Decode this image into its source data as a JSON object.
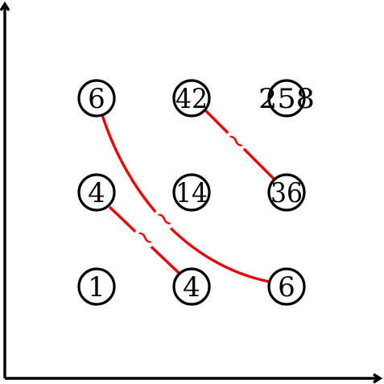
{
  "colors": {
    "edge": "#ee0000",
    "node_stroke": "#000000",
    "axes": "#000000",
    "background": "#ffffff"
  },
  "nodes": [
    {
      "id": "r1c1",
      "label": "6"
    },
    {
      "id": "r1c2",
      "label": "42"
    },
    {
      "id": "r1c3",
      "label": "258"
    },
    {
      "id": "r2c1",
      "label": "4"
    },
    {
      "id": "r2c2",
      "label": "14"
    },
    {
      "id": "r2c3",
      "label": "36"
    },
    {
      "id": "r3c1",
      "label": "1"
    },
    {
      "id": "r3c2",
      "label": "4"
    },
    {
      "id": "r3c3",
      "label": "6"
    }
  ],
  "edges": [
    {
      "id": "edge-42-36",
      "from": "r1c2",
      "to": "r2c3",
      "marks": [
        "≀"
      ]
    },
    {
      "id": "edge-6-6",
      "from": "r1c1",
      "to": "r3c3",
      "marks": [
        "≀"
      ]
    },
    {
      "id": "edge-4-4",
      "from": "r2c1",
      "to": "r3c2",
      "marks": [
        "≀"
      ]
    }
  ]
}
